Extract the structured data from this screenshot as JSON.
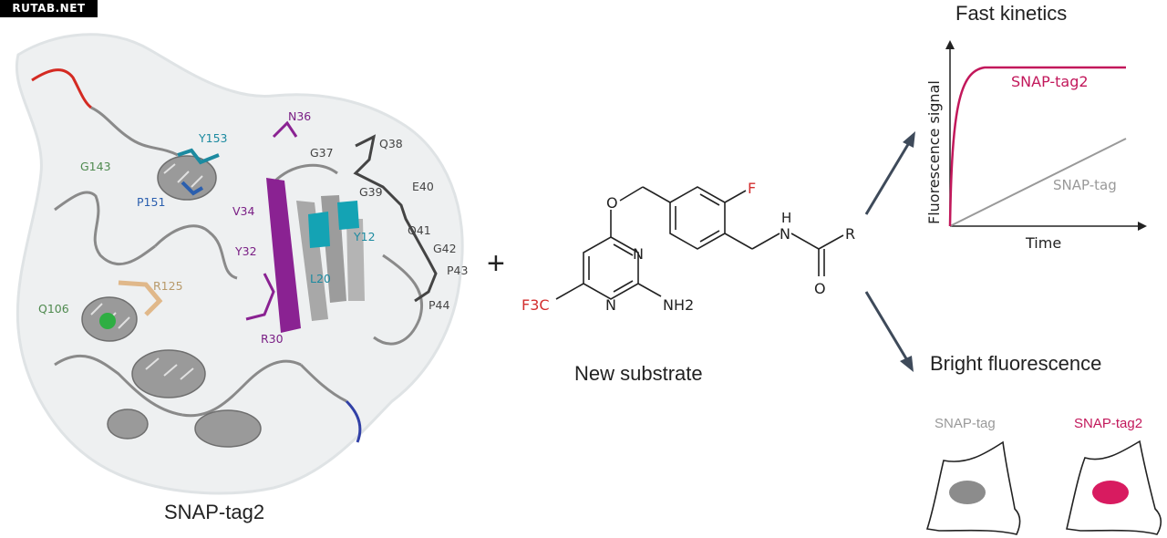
{
  "watermark": "RUTAB.NET",
  "protein": {
    "caption": "SNAP-tag2",
    "residues": [
      {
        "label": "Y153",
        "color": "#1c8aa0"
      },
      {
        "label": "G143",
        "color": "#4f8a4f"
      },
      {
        "label": "P151",
        "color": "#2b5fae"
      },
      {
        "label": "N36",
        "color": "#7a1f85"
      },
      {
        "label": "G37",
        "color": "#444444"
      },
      {
        "label": "Q38",
        "color": "#444444"
      },
      {
        "label": "E40",
        "color": "#444444"
      },
      {
        "label": "G39",
        "color": "#444444"
      },
      {
        "label": "V34",
        "color": "#7a1f85"
      },
      {
        "label": "Q41",
        "color": "#444444"
      },
      {
        "label": "Y12",
        "color": "#1c8aa0"
      },
      {
        "label": "G42",
        "color": "#444444"
      },
      {
        "label": "Y32",
        "color": "#7a1f85"
      },
      {
        "label": "L20",
        "color": "#1c8aa0"
      },
      {
        "label": "P43",
        "color": "#444444"
      },
      {
        "label": "R125",
        "color": "#b89a6a"
      },
      {
        "label": "P44",
        "color": "#444444"
      },
      {
        "label": "Q106",
        "color": "#4f8a4f"
      },
      {
        "label": "R30",
        "color": "#7a1f85"
      }
    ]
  },
  "plus": "+",
  "substrate": {
    "caption": "New substrate",
    "atoms": {
      "O": "O",
      "F": "F",
      "H": "H",
      "N": "N",
      "R": "R",
      "O2": "O",
      "N_ring1": "N",
      "N_ring2": "N",
      "CF3": "F3C",
      "NH2": "NH2"
    }
  },
  "kinetics": {
    "title": "Fast kinetics",
    "ylabel": "Fluorescence signal",
    "xlabel": "Time",
    "series": [
      {
        "name": "SNAP-tag2",
        "color": "#c2185b"
      },
      {
        "name": "SNAP-tag",
        "color": "#999999"
      }
    ]
  },
  "brightness": {
    "title": "Bright fluorescence",
    "cells": [
      {
        "label": "SNAP-tag",
        "color": "#8c8c8c",
        "label_color": "#999999"
      },
      {
        "label": "SNAP-tag2",
        "color": "#d81b60",
        "label_color": "#c2185b"
      }
    ]
  }
}
